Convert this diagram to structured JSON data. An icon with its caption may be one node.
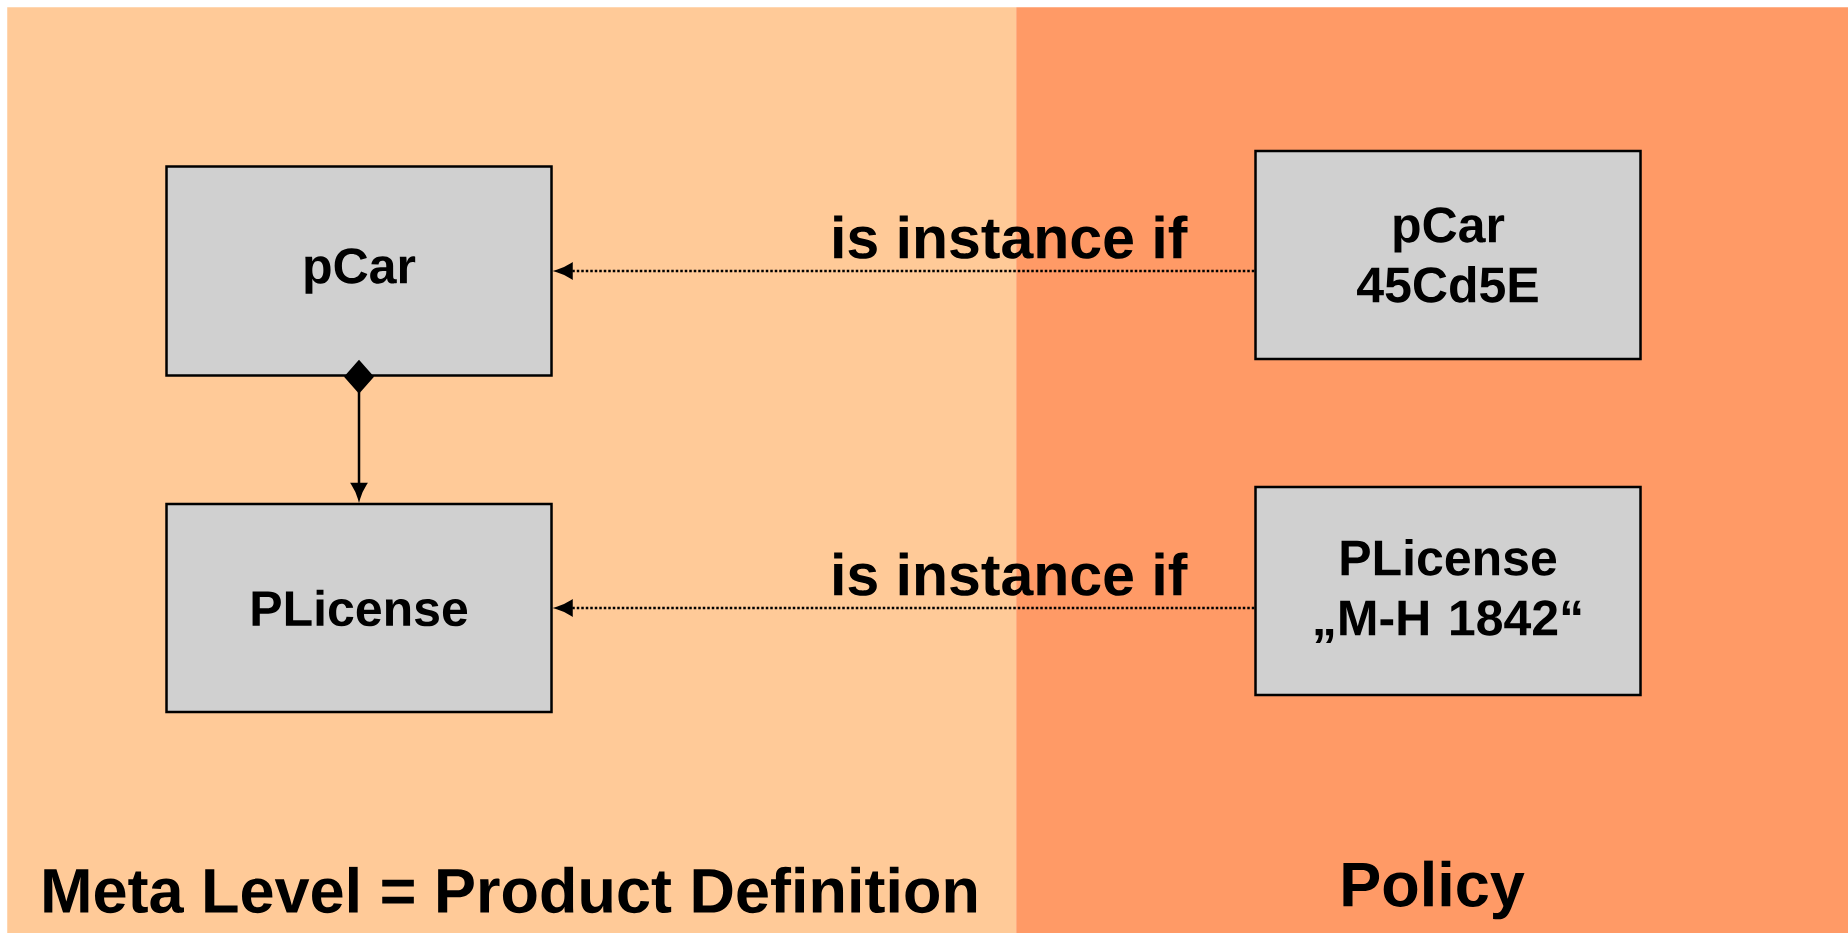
{
  "diagram": {
    "nodes": [
      {
        "text": [
          "Meta Level = Product Definition"
        ]
      },
      {
        "text": [
          "Policy"
        ]
      },
      {
        "text": [
          "pCar"
        ],
        "in": 0
      },
      {
        "text": [
          "PLicense"
        ],
        "in": 0
      },
      {
        "text": [
          "pCar 45Cd5E"
        ],
        "in": 1
      },
      {
        "text": [
          "PLicense „M-H 1842“"
        ],
        "in": 1
      }
    ],
    "edges": [
      {
        "from": 2,
        "to": 3,
        "arrow": "to"
      },
      {
        "from": 4,
        "to": 2,
        "arrow": "to",
        "label": "is instance if",
        "style": "dashed"
      },
      {
        "from": 5,
        "to": 3,
        "arrow": "to",
        "label": "is instance if",
        "style": "dashed"
      }
    ]
  }
}
